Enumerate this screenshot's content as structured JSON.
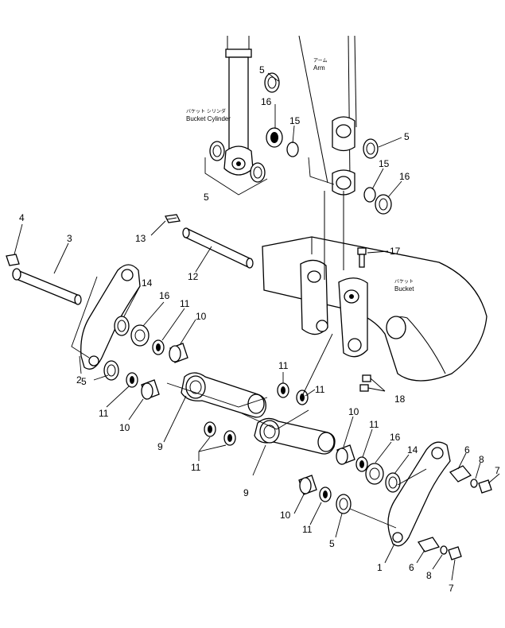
{
  "labels": {
    "arm_jp": "アーム",
    "arm_en": "Arm",
    "cyl_jp": "バケット シリンダ",
    "cyl_en": "Bucket Cylinder",
    "bucket_jp": "バケット",
    "bucket_en": "Bucket"
  },
  "callouts": [
    {
      "id": "c5a",
      "text": "5"
    },
    {
      "id": "c16a",
      "text": "16"
    },
    {
      "id": "c15a",
      "text": "15"
    },
    {
      "id": "c5b",
      "text": "5"
    },
    {
      "id": "c15b",
      "text": "15"
    },
    {
      "id": "c16b",
      "text": "16"
    },
    {
      "id": "c5c",
      "text": "5"
    },
    {
      "id": "c4",
      "text": "4"
    },
    {
      "id": "c3",
      "text": "3"
    },
    {
      "id": "c13",
      "text": "13"
    },
    {
      "id": "c12",
      "text": "12"
    },
    {
      "id": "c17",
      "text": "17"
    },
    {
      "id": "c14a",
      "text": "14"
    },
    {
      "id": "c16c",
      "text": "16"
    },
    {
      "id": "c11a",
      "text": "11"
    },
    {
      "id": "c10a",
      "text": "10"
    },
    {
      "id": "c2",
      "text": "2"
    },
    {
      "id": "c5d",
      "text": "5"
    },
    {
      "id": "c11b",
      "text": "11"
    },
    {
      "id": "c10b",
      "text": "10"
    },
    {
      "id": "c9a",
      "text": "9"
    },
    {
      "id": "c11c",
      "text": "11"
    },
    {
      "id": "c11d",
      "text": "11"
    },
    {
      "id": "c18",
      "text": "18"
    },
    {
      "id": "c10c",
      "text": "10"
    },
    {
      "id": "c11e",
      "text": "11"
    },
    {
      "id": "c16d",
      "text": "16"
    },
    {
      "id": "c14b",
      "text": "14"
    },
    {
      "id": "c11f",
      "text": "11"
    },
    {
      "id": "c9b",
      "text": "9"
    },
    {
      "id": "c6a",
      "text": "6"
    },
    {
      "id": "c8a",
      "text": "8"
    },
    {
      "id": "c7a",
      "text": "7"
    },
    {
      "id": "c10d",
      "text": "10"
    },
    {
      "id": "c11g",
      "text": "11"
    },
    {
      "id": "c5e",
      "text": "5"
    },
    {
      "id": "c1",
      "text": "1"
    },
    {
      "id": "c6b",
      "text": "6"
    },
    {
      "id": "c8b",
      "text": "8"
    },
    {
      "id": "c7b",
      "text": "7"
    }
  ]
}
